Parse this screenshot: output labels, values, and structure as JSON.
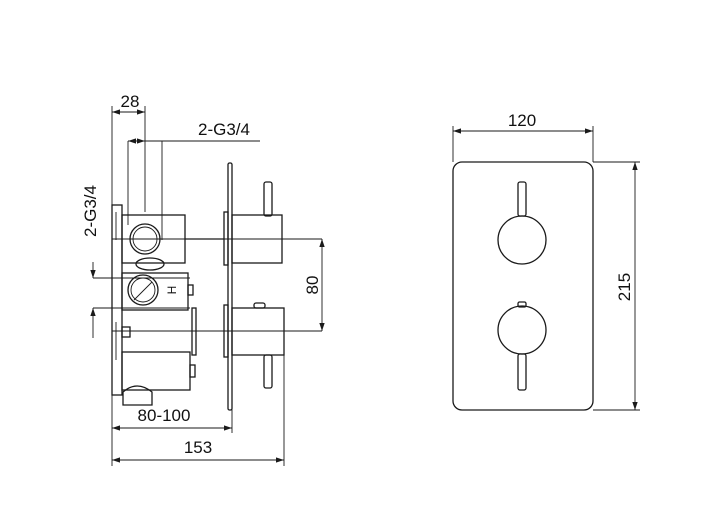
{
  "side_view": {
    "dim_depth_top": "28",
    "dim_outlet_top": "2-G3/4",
    "dim_inlet_left": "2-G3/4",
    "dim_centers": "80",
    "dim_wall_depth": "80-100",
    "dim_total_depth": "153",
    "hot_marker": "H"
  },
  "front_view": {
    "dim_width": "120",
    "dim_height": "215"
  },
  "colors": {
    "line": "#1a1a1a",
    "background": "#ffffff"
  }
}
